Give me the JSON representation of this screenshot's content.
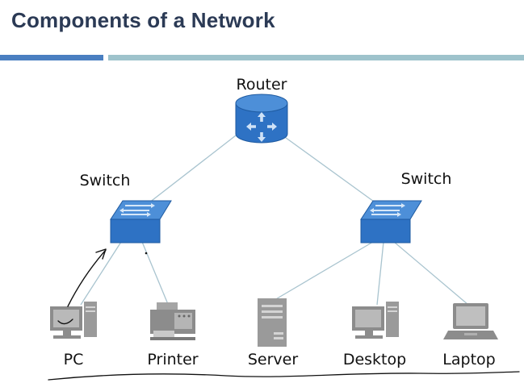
{
  "slide": {
    "title": "Components of a Network"
  },
  "colors": {
    "title_text": "#2b3a55",
    "accent_bar_left": "#4a7fc1",
    "accent_bar_right": "#9ec3cc",
    "device_blue": "#2e72c4",
    "device_gray": "#8c8c8c",
    "connector_line": "#a9c4cf"
  },
  "diagram": {
    "router": {
      "label": "Router",
      "icon": "router-icon"
    },
    "switch_left": {
      "label": "Switch",
      "icon": "switch-icon"
    },
    "switch_right": {
      "label": "Switch",
      "icon": "switch-icon"
    },
    "endpoints": {
      "pc": {
        "label": "PC",
        "icon": "pc-icon"
      },
      "printer": {
        "label": "Printer",
        "icon": "printer-icon"
      },
      "server": {
        "label": "Server",
        "icon": "server-icon"
      },
      "desktop": {
        "label": "Desktop",
        "icon": "desktop-icon"
      },
      "laptop": {
        "label": "Laptop",
        "icon": "laptop-icon"
      }
    }
  }
}
